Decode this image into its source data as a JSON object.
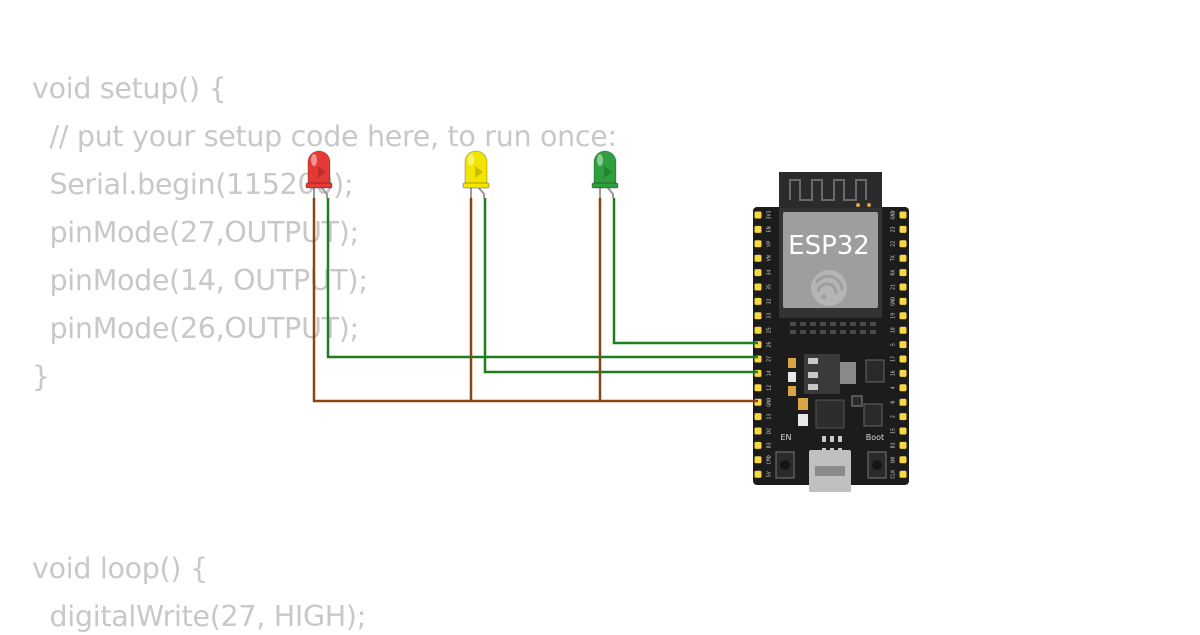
{
  "code": {
    "lines": [
      "void setup() {",
      "  // put your setup code here, to run once:",
      "  Serial.begin(115200);",
      "  pinMode(27,OUTPUT);",
      "  pinMode(14, OUTPUT);",
      "  pinMode(26,OUTPUT);",
      "}",
      "",
      "",
      "void loop() {",
      "  digitalWrite(27, HIGH);"
    ]
  },
  "board": {
    "chip_label": "ESP32",
    "button_en_label": "EN",
    "button_boot_label": "Boot",
    "left_pins": [
      "3V3",
      "EN",
      "VP",
      "VN",
      "34",
      "35",
      "32",
      "33",
      "25",
      "26",
      "27",
      "14",
      "12",
      "GND",
      "13",
      "D2",
      "D3",
      "CMD",
      "5V"
    ],
    "right_pins": [
      "GND",
      "23",
      "22",
      "TX",
      "RX",
      "21",
      "GND",
      "19",
      "18",
      "5",
      "17",
      "16",
      "4",
      "0",
      "2",
      "15",
      "D1",
      "D0",
      "CLK"
    ]
  },
  "leds": [
    {
      "name": "red",
      "color": "#e53935"
    },
    {
      "name": "yellow",
      "color": "#f2e600"
    },
    {
      "name": "green",
      "color": "#2e9e3e"
    }
  ],
  "colors": {
    "wire_signal": "#1e7e1e",
    "wire_ground": "#8b4513",
    "board": "#1c1c1c",
    "pin": "#f7d842"
  }
}
